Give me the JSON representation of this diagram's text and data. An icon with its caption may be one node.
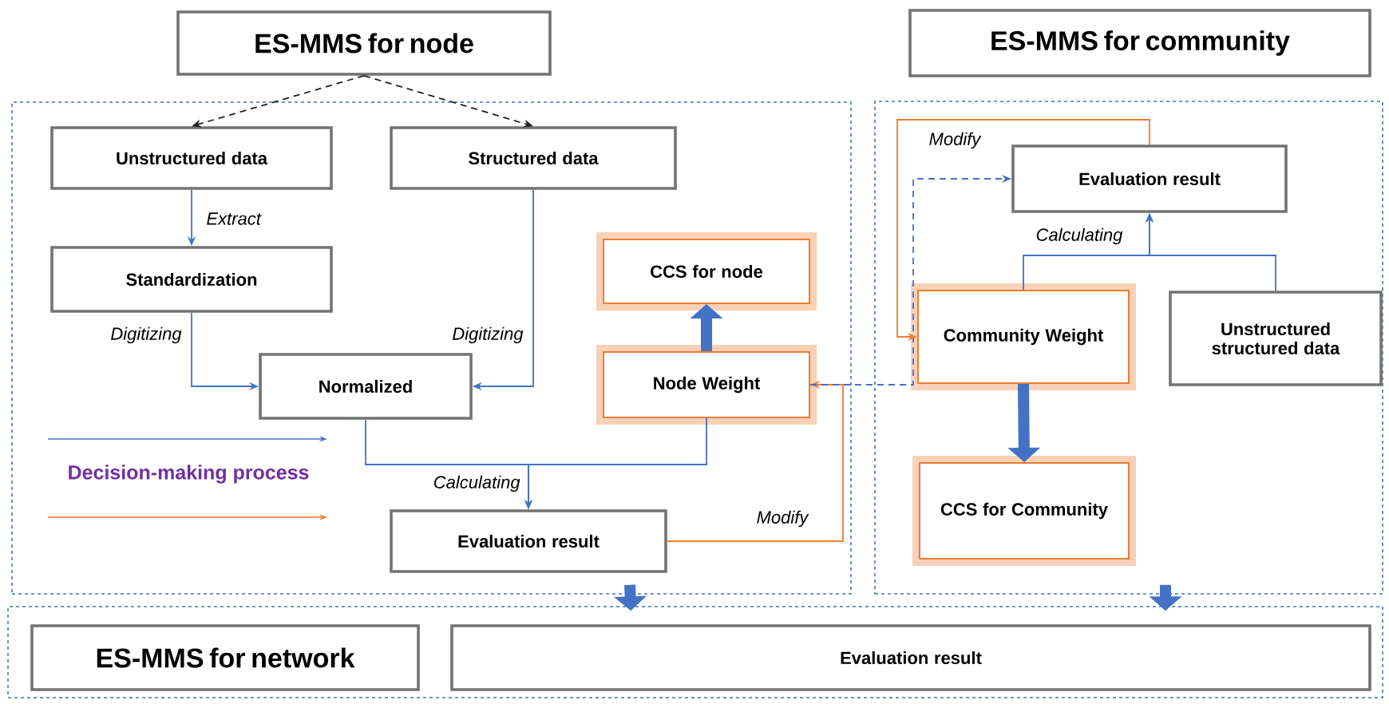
{
  "diagram": {
    "nodes": [
      {
        "text": [
          "ES-MMS for node"
        ]
      },
      {
        "text": [
          "ES-MMS for community"
        ]
      },
      {
        "text": [],
        "shape": "box"
      },
      {
        "text": [
          "Unstructured data"
        ],
        "in": 2
      },
      {
        "text": [
          "Structured data"
        ],
        "in": 2
      },
      {
        "text": [
          "Standardization"
        ],
        "in": 2
      },
      {
        "text": [
          "CCS for node"
        ],
        "in": 2
      },
      {
        "text": [
          "Normalized"
        ],
        "in": 2
      },
      {
        "text": [
          "Node Weight"
        ],
        "in": 2
      },
      {
        "text": [
          "Evaluation result"
        ],
        "in": 2
      },
      {
        "text": [],
        "shape": "box"
      },
      {
        "text": [
          "Evaluation result"
        ],
        "in": 10
      },
      {
        "text": [
          "Community Weight"
        ],
        "in": 10
      },
      {
        "text": [
          "Unstructured structured data"
        ],
        "in": 10
      },
      {
        "text": [
          "CCS for Community"
        ],
        "in": 10
      },
      {
        "text": [],
        "shape": "box"
      },
      {
        "text": [
          "ES-MMS for network"
        ],
        "in": 15
      },
      {
        "text": [
          "Evaluation result"
        ],
        "in": 15
      }
    ],
    "edges": [
      {
        "from": 0,
        "to": 3,
        "arrow": "to",
        "style": "dashed",
        "color": "#222222"
      },
      {
        "from": 0,
        "to": 4,
        "arrow": "to",
        "style": "dashed",
        "color": "#222222"
      },
      {
        "from": 3,
        "to": 5,
        "arrow": "to",
        "label": "Extract"
      },
      {
        "from": 5,
        "to": 7,
        "arrow": "to",
        "label": "Digitizing"
      },
      {
        "from": 4,
        "to": 7,
        "arrow": "to",
        "label": "Digitizing"
      },
      {
        "from": 7,
        "to": 9,
        "arrow": "to",
        "label": "Calculating"
      },
      {
        "from": 8,
        "to": 9,
        "arrow": "to"
      },
      {
        "from": 8,
        "to": 6,
        "arrow": "to",
        "style": "thick"
      },
      {
        "from": 9,
        "to": 8,
        "arrow": "to",
        "label": "Modify",
        "color": "#ed7d31"
      },
      {
        "from": 8,
        "to": 11,
        "arrow": "to",
        "style": "dashed"
      },
      {
        "from": 11,
        "to": 12,
        "arrow": "to",
        "label": "Modify",
        "color": "#ed7d31"
      },
      {
        "from": 12,
        "to": 11,
        "arrow": "to",
        "label": "Calculating"
      },
      {
        "from": 13,
        "to": 11,
        "arrow": "to"
      },
      {
        "from": 12,
        "to": 14,
        "arrow": "to",
        "style": "thick"
      },
      {
        "from": 2,
        "to": 15,
        "arrow": "to",
        "style": "thick"
      },
      {
        "from": 10,
        "to": 15,
        "arrow": "to",
        "style": "thick"
      }
    ],
    "labels": [
      "Decision-making process"
    ]
  }
}
